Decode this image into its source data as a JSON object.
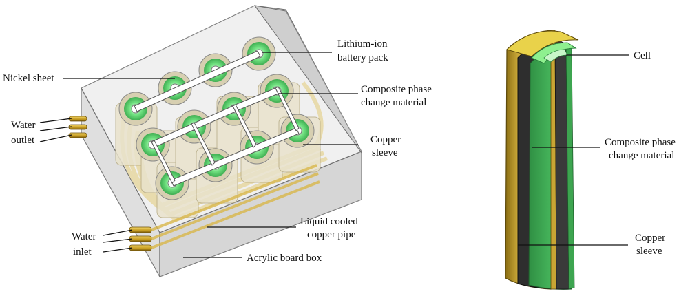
{
  "left_figure": {
    "labels": {
      "lithium_ion_line1": "Lithium-ion",
      "lithium_ion_line2": "battery pack",
      "nickel_sheet": "Nickel sheet",
      "composite_line1": "Composite phase",
      "composite_line2": "change material",
      "water_outlet_line1": "Water",
      "water_outlet_line2": "outlet",
      "copper_sleeve_line1": "Copper",
      "copper_sleeve_line2": "sleeve",
      "liquid_pipe_line1": "Liquid cooled",
      "liquid_pipe_line2": "copper pipe",
      "water_inlet_line1": "Water",
      "water_inlet_line2": "inlet",
      "acrylic_box": "Acrylic board box"
    }
  },
  "right_figure": {
    "labels": {
      "cell": "Cell",
      "composite_line1": "Composite phase",
      "composite_line2": "change material",
      "copper_sleeve_line1": "Copper",
      "copper_sleeve_line2": "sleeve"
    }
  },
  "colors": {
    "cell_green": "#6fe07f",
    "cell_dark_green": "#2f8f43",
    "pcm_dark": "#2e2e2e",
    "copper_gold": "#d4b03c",
    "box_gray": "#d6d6d6"
  }
}
